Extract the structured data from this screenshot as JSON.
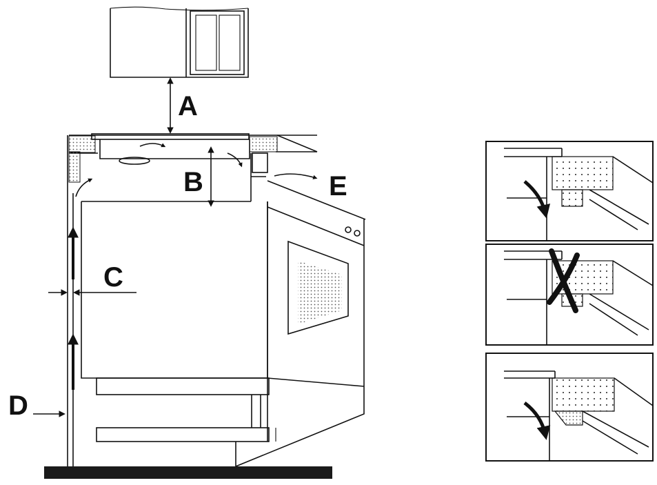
{
  "labels": {
    "a": "A",
    "b": "B",
    "c": "C",
    "d": "D",
    "e": "E"
  },
  "colors": {
    "ink": "#111111",
    "floor": "#1a1a1a",
    "hatch": "#888888"
  },
  "panels": [
    {
      "variant": "correct-flow"
    },
    {
      "variant": "not-allowed",
      "mark": "cross-icon"
    },
    {
      "variant": "correct-flow-with-spacer"
    }
  ]
}
